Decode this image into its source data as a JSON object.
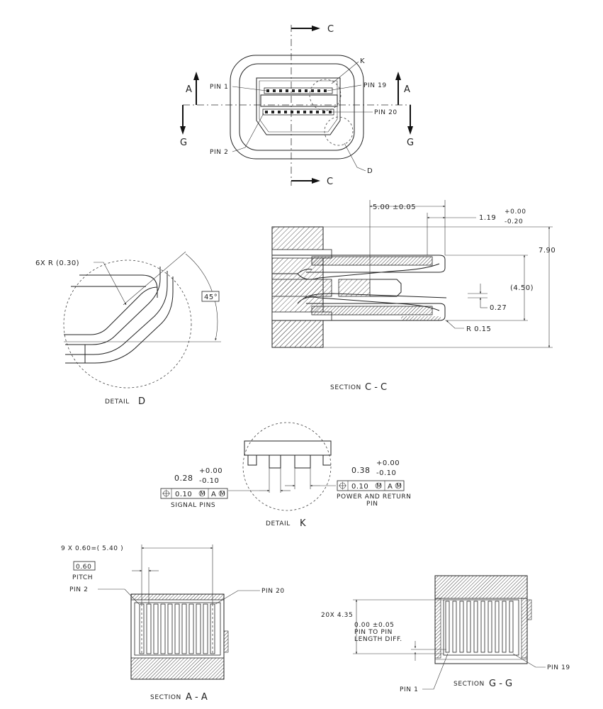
{
  "top_view": {
    "section_c": "C",
    "section_a": "A",
    "section_g": "G",
    "detail_k": "K",
    "detail_d": "D",
    "pin1": "PIN 1",
    "pin2": "PIN 2",
    "pin19": "PIN 19",
    "pin20": "PIN 20"
  },
  "detail_d": {
    "radius": "6X R (0.30)",
    "angle": "45°",
    "caption_prefix": "DETAIL",
    "caption_letter": "D"
  },
  "section_cc": {
    "dim_width": "5.00 ±0.05",
    "dim_119": "1.19",
    "tol_119_plus": "+0.00",
    "tol_119_minus": "-0.20",
    "dim_790": "7.90",
    "dim_450": "(4.50)",
    "dim_027": "0.27",
    "radius": "R 0.15",
    "caption_prefix": "SECTION",
    "caption_letter": "C - C"
  },
  "detail_k": {
    "signal_dim": "0.28",
    "signal_tol_plus": "+0.00",
    "signal_tol_minus": "-0.10",
    "signal_fcf_value": "0.10",
    "signal_label": "SIGNAL PINS",
    "power_dim": "0.38",
    "power_tol_plus": "+0.00",
    "power_tol_minus": "-0.10",
    "power_fcf_value": "0.10",
    "power_label_1": "POWER AND RETURN",
    "power_label_2": "PIN",
    "caption_prefix": "DETAIL",
    "caption_letter": "K"
  },
  "section_aa": {
    "dim_span": "9 X 0.60=( 5.40 )",
    "pitch_value": "0.60",
    "pitch_label": "PITCH",
    "pin2": "PIN 2",
    "pin20": "PIN 20",
    "caption_prefix": "SECTION",
    "caption_letter": "A - A"
  },
  "section_gg": {
    "dim_length": "20X 4.35",
    "diff_value": "0.00 ±0.05",
    "diff_label_1": "PIN TO PIN",
    "diff_label_2": "LENGTH DIFF.",
    "pin1": "PIN 1",
    "pin19": "PIN 19",
    "caption_prefix": "SECTION",
    "caption_letter": "G - G"
  }
}
